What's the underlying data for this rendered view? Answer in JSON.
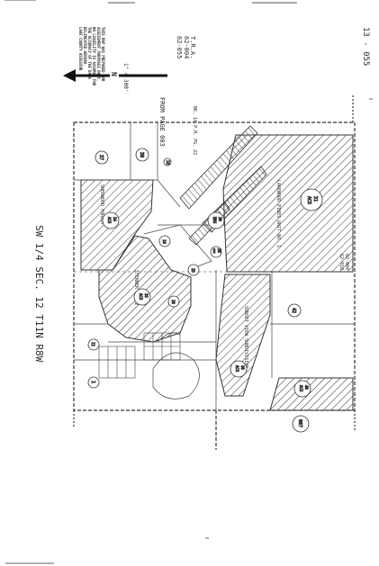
{
  "sheet": {
    "page_number": "13 - 055",
    "title": "SW 1/4  SEC. 12  T11N  R8W",
    "tra_label": "T.R.A.",
    "tra_codes": [
      "62-004",
      "62-055"
    ],
    "from_page": "FROM PAGE 003",
    "bk_ref": "BK. 10 P.M. PG. 22",
    "disclaimer": [
      "THIS MAP WAS PREPARED FOR",
      "ASSESSMENT PURPOSES ONLY.",
      "NO LIABILITY IS ASSUMED FOR",
      "THE ACCURACY OF THE DATA",
      "DELINEATED HEREON.",
      "LAKE COUNTY ASSESSOR"
    ],
    "scale": "1\" = 300'",
    "north_letter": "N"
  },
  "subdivisions": {
    "lakewood": "LAKEWOOD PINES UNIT NO. 1",
    "stenner": "STENNER  NO. 2",
    "sunset": "SUNSET VIEW SUBDIVISION",
    "sherwood": "SHERWOOD FOREST"
  },
  "tra_codes_secondary": [
    "62-004",
    "62-010"
  ],
  "parcels": [
    {
      "num": "37",
      "label": ""
    },
    {
      "num": "38",
      "label": ""
    },
    {
      "num": "18",
      "label": ""
    },
    {
      "num": "34",
      "label": "ACS"
    },
    {
      "num": "16",
      "label": ""
    },
    {
      "num": "30",
      "label": "BBS"
    },
    {
      "num": "31",
      "label": "ACS"
    },
    {
      "num": "25",
      "label": ""
    },
    {
      "num": "36",
      "label": "ACS"
    },
    {
      "num": "33",
      "label": "ACS"
    },
    {
      "num": "29",
      "label": ""
    },
    {
      "num": "42",
      "label": ""
    },
    {
      "num": "38",
      "label": "ACS"
    },
    {
      "num": "40",
      "label": "ACS"
    },
    {
      "num": "1",
      "label": ""
    },
    {
      "num": "12",
      "label": ""
    },
    {
      "num": "007",
      "label": ""
    }
  ]
}
